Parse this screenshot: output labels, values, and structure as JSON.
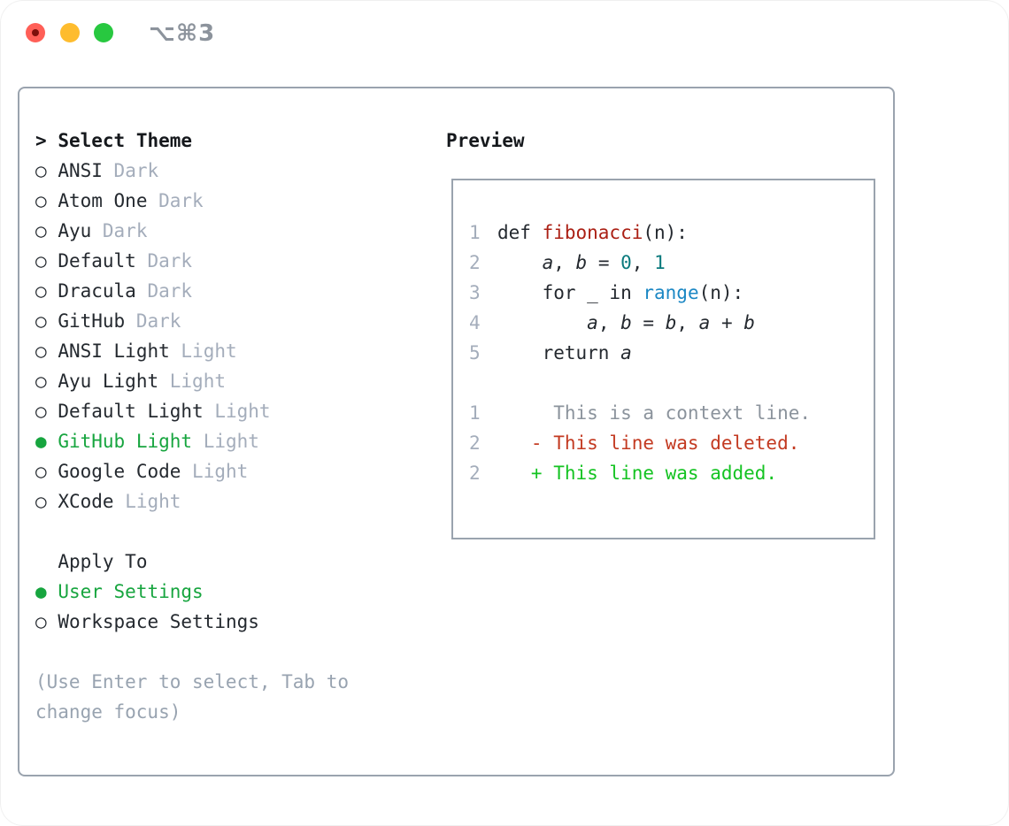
{
  "titlebar": {
    "title": "⌥⌘3"
  },
  "colors": {
    "accent_green": "#17a53f",
    "code_text": "#24292f",
    "function_red": "#ab2015",
    "number_teal": "#0b7a7d",
    "builtin_blue": "#1b87c4",
    "deleted_red": "#c33a21",
    "added_green": "#14c322",
    "context_gray": "#8b939c",
    "muted_gray": "#a4adbb",
    "hint_gray": "#98a3b0",
    "border_gray": "#9aa3ae",
    "title_gray": "#8c939c",
    "traffic_red": "#ff5f57",
    "traffic_yellow": "#febc2e",
    "traffic_green": "#28c840"
  },
  "theme_list": {
    "header_marker": ">",
    "header_label": "Select Theme",
    "radio_unselected": "○",
    "radio_selected": "●",
    "items": [
      {
        "label": "ANSI",
        "tag": "Dark",
        "selected": false
      },
      {
        "label": "Atom One",
        "tag": "Dark",
        "selected": false
      },
      {
        "label": "Ayu",
        "tag": "Dark",
        "selected": false
      },
      {
        "label": "Default",
        "tag": "Dark",
        "selected": false
      },
      {
        "label": "Dracula",
        "tag": "Dark",
        "selected": false
      },
      {
        "label": "GitHub",
        "tag": "Dark",
        "selected": false
      },
      {
        "label": "ANSI Light",
        "tag": "Light",
        "selected": false
      },
      {
        "label": "Ayu Light",
        "tag": "Light",
        "selected": false
      },
      {
        "label": "Default Light",
        "tag": "Light",
        "selected": false
      },
      {
        "label": "GitHub Light",
        "tag": "Light",
        "selected": true
      },
      {
        "label": "Google Code",
        "tag": "Light",
        "selected": false
      },
      {
        "label": "XCode",
        "tag": "Light",
        "selected": false
      }
    ]
  },
  "apply_to": {
    "header_label": "Apply To",
    "items": [
      {
        "label": "User Settings",
        "selected": true
      },
      {
        "label": "Workspace Settings",
        "selected": false
      }
    ]
  },
  "hint_lines": [
    "(Use Enter to select, Tab to",
    "change focus)"
  ],
  "preview": {
    "title": "Preview",
    "code_lines": [
      {
        "num": "1",
        "segments": [
          {
            "t": "def ",
            "c": "text"
          },
          {
            "t": "fibonacci",
            "c": "func"
          },
          {
            "t": "(n):",
            "c": "text"
          }
        ]
      },
      {
        "num": "2",
        "segments": [
          {
            "t": "    ",
            "c": "text"
          },
          {
            "t": "a",
            "c": "var"
          },
          {
            "t": ", ",
            "c": "text"
          },
          {
            "t": "b",
            "c": "var"
          },
          {
            "t": " = ",
            "c": "text"
          },
          {
            "t": "0",
            "c": "num"
          },
          {
            "t": ", ",
            "c": "text"
          },
          {
            "t": "1",
            "c": "num"
          }
        ]
      },
      {
        "num": "3",
        "segments": [
          {
            "t": "    for _ in ",
            "c": "text"
          },
          {
            "t": "range",
            "c": "builtin"
          },
          {
            "t": "(n):",
            "c": "text"
          }
        ]
      },
      {
        "num": "4",
        "segments": [
          {
            "t": "        ",
            "c": "text"
          },
          {
            "t": "a",
            "c": "var"
          },
          {
            "t": ", ",
            "c": "text"
          },
          {
            "t": "b",
            "c": "var"
          },
          {
            "t": " = ",
            "c": "text"
          },
          {
            "t": "b",
            "c": "var"
          },
          {
            "t": ", ",
            "c": "text"
          },
          {
            "t": "a",
            "c": "var"
          },
          {
            "t": " + ",
            "c": "text"
          },
          {
            "t": "b",
            "c": "var"
          }
        ]
      },
      {
        "num": "5",
        "segments": [
          {
            "t": "    return ",
            "c": "text"
          },
          {
            "t": "a",
            "c": "var"
          }
        ]
      }
    ],
    "diff_lines": [
      {
        "num": "1",
        "segments": [
          {
            "t": "     This is a context line.",
            "c": "context"
          }
        ]
      },
      {
        "num": "2",
        "segments": [
          {
            "t": "   - This line was deleted.",
            "c": "deleted"
          }
        ]
      },
      {
        "num": "2",
        "segments": [
          {
            "t": "   + This line was added.",
            "c": "added"
          }
        ]
      }
    ]
  }
}
